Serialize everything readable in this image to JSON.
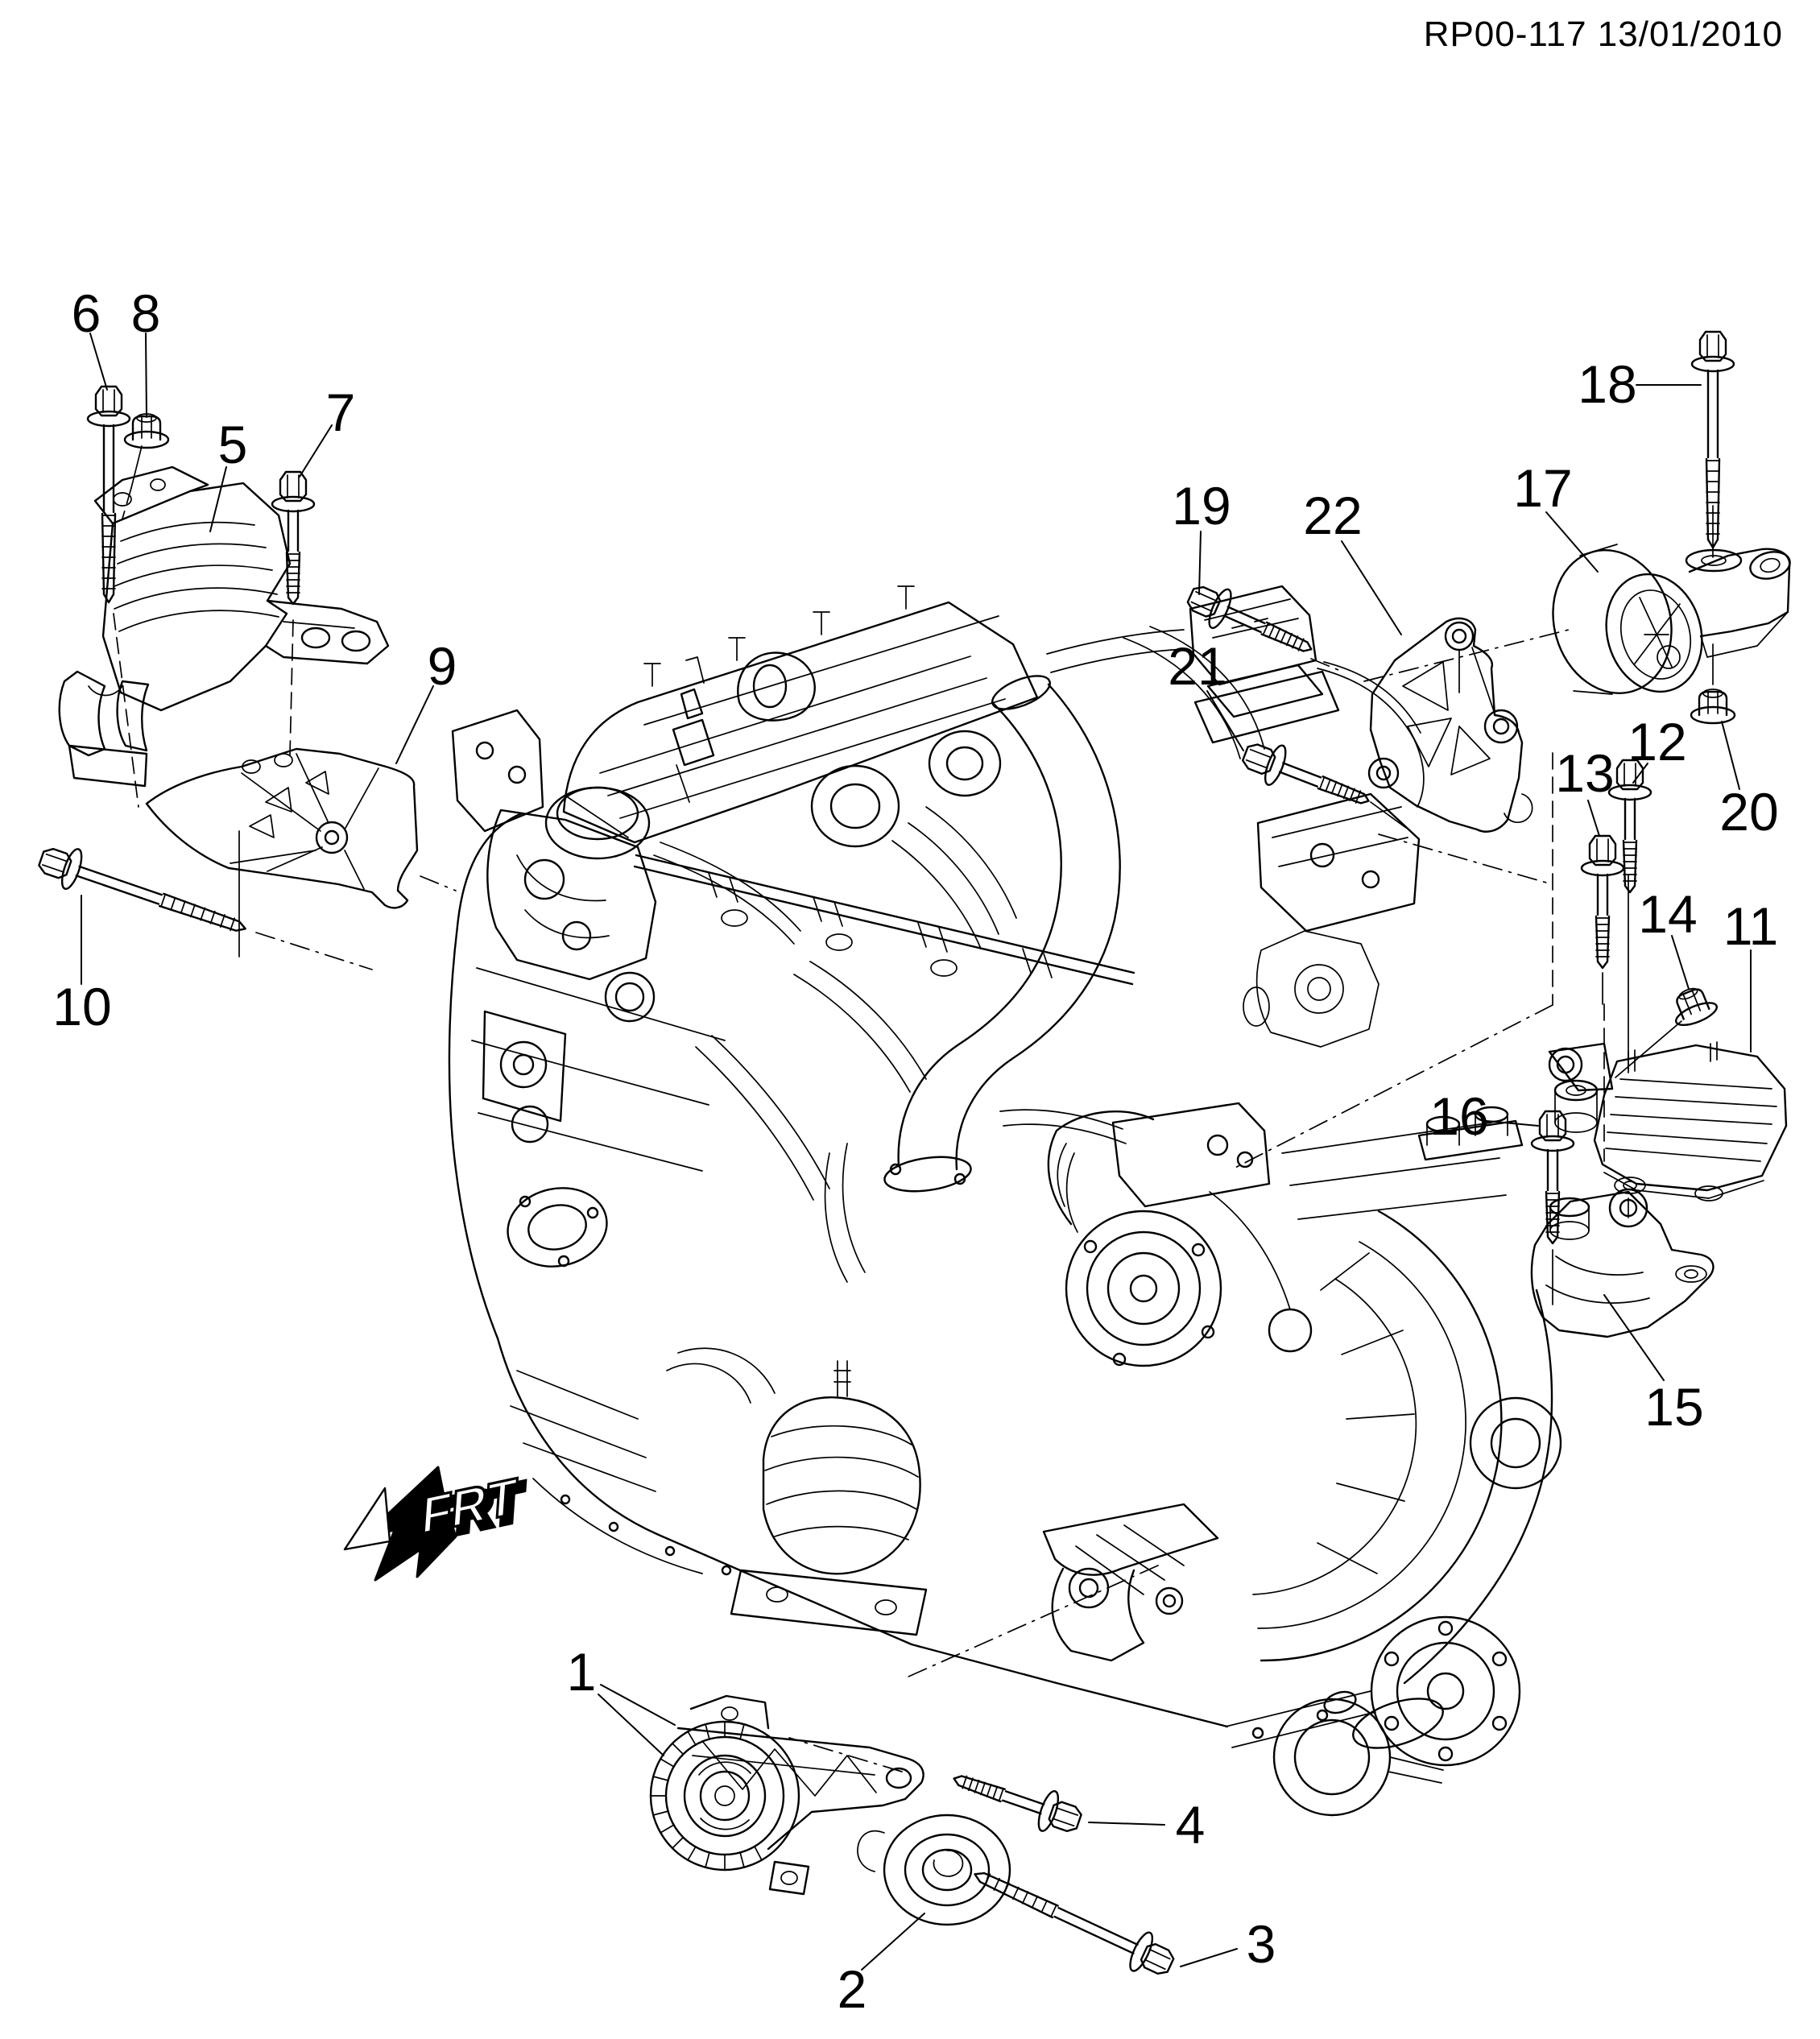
{
  "header": {
    "doc_ref": "RP00-117 13/01/2010"
  },
  "direction_indicator": {
    "label": "FRT"
  },
  "callouts": [
    {
      "label": "1"
    },
    {
      "label": "2"
    },
    {
      "label": "3"
    },
    {
      "label": "4"
    },
    {
      "label": "5"
    },
    {
      "label": "6"
    },
    {
      "label": "7"
    },
    {
      "label": "8"
    },
    {
      "label": "9"
    },
    {
      "label": "10"
    },
    {
      "label": "11"
    },
    {
      "label": "12"
    },
    {
      "label": "13"
    },
    {
      "label": "14"
    },
    {
      "label": "15"
    },
    {
      "label": "16"
    },
    {
      "label": "17"
    },
    {
      "label": "18"
    },
    {
      "label": "19"
    },
    {
      "label": "20"
    },
    {
      "label": "21"
    },
    {
      "label": "22"
    }
  ]
}
